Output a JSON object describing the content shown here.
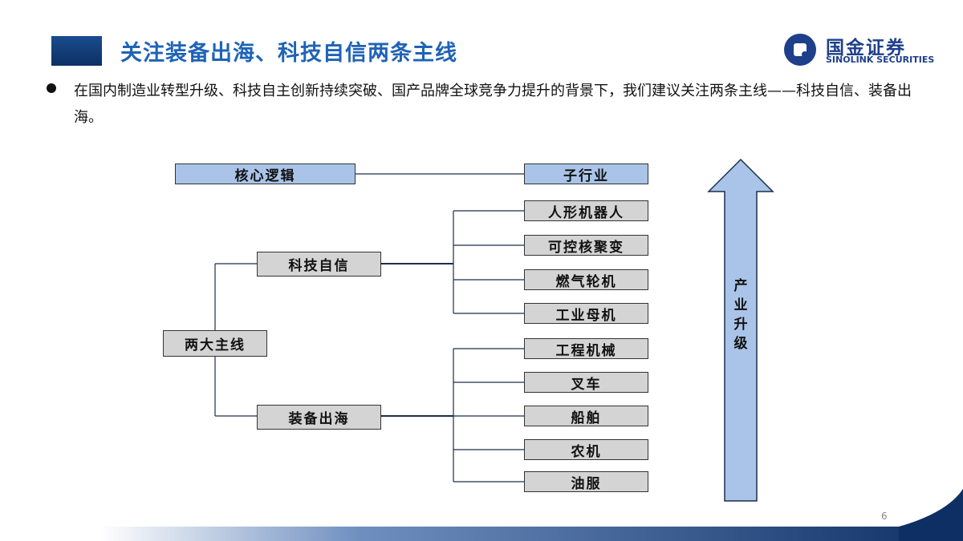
{
  "header": {
    "title": "关注装备出海、科技自信两条主线"
  },
  "logo": {
    "name_cn": "国金证券",
    "name_en": "SINOLINK SECURITIES"
  },
  "bullet": {
    "text": "在国内制造业转型升级、科技自主创新持续突破、国产品牌全球竞争力提升的背景下，我们建议关注两条主线——科技自信、装备出海。"
  },
  "diagram": {
    "header_left": "核心逻辑",
    "header_right": "子行业",
    "root": "两大主线",
    "branches": [
      {
        "label": "科技自信",
        "children": [
          "人形机器人",
          "可控核聚变",
          "燃气轮机",
          "工业母机"
        ]
      },
      {
        "label": "装备出海",
        "children": [
          "工程机械",
          "叉车",
          "船舶",
          "农机",
          "油服"
        ]
      }
    ],
    "arrow_label": "产业升级"
  },
  "colors": {
    "title": "#1f63b6",
    "header_box": "#a9c4e8",
    "node_box": "#d4d4d4",
    "arrow_fill": "#a9c4e8",
    "footer_dark": "#0d2f63"
  },
  "page": {
    "number": "6"
  }
}
